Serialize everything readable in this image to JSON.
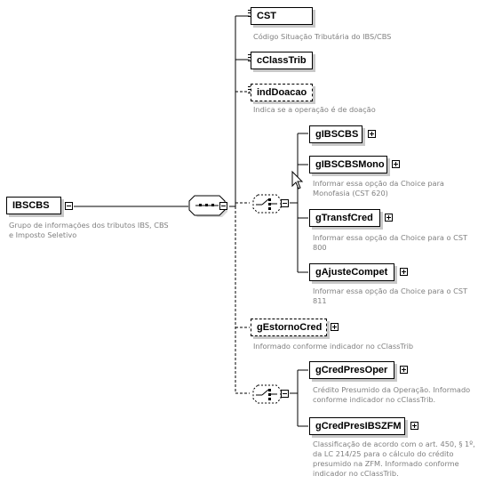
{
  "root": {
    "name": "IBSCBS",
    "doc": "Grupo de informações dos tributos IBS, CBS\ne Imposto Seletivo"
  },
  "elements": {
    "cst": {
      "name": "CST",
      "doc": "Código Situação Tributária do IBS/CBS"
    },
    "cclasstrib": {
      "name": "cClassTrib"
    },
    "inddoacao": {
      "name": "indDoacao",
      "doc": "Indica se a operação é de doação"
    },
    "gibscbs": {
      "name": "gIBSCBS"
    },
    "gibscbsmono": {
      "name": "gIBSCBSMono",
      "doc": "Informar essa opção da Choice para\nMonofasia (CST 620)"
    },
    "gtransfcred": {
      "name": "gTransfCred",
      "doc": "Informar essa opção da Choice para o CST\n800"
    },
    "gajustecompet": {
      "name": "gAjusteCompet",
      "doc": "Informar essa opção da Choice para o CST\n811"
    },
    "gestornocred": {
      "name": "gEstornoCred",
      "doc": "Informado conforme indicador no cClassTrib"
    },
    "gcredpresoper": {
      "name": "gCredPresOper",
      "doc": "Crédito Presumido da Operação. Informado\nconforme indicador no cClassTrib."
    },
    "gcredpresibszfm": {
      "name": "gCredPresIBSZFM",
      "doc": "Classificação de acordo com o art. 450, § 1º,\nda LC 214/25 para o cálculo do crédito\npresumido na ZFM. Informado conforme\nindicador no cClassTrib."
    }
  }
}
